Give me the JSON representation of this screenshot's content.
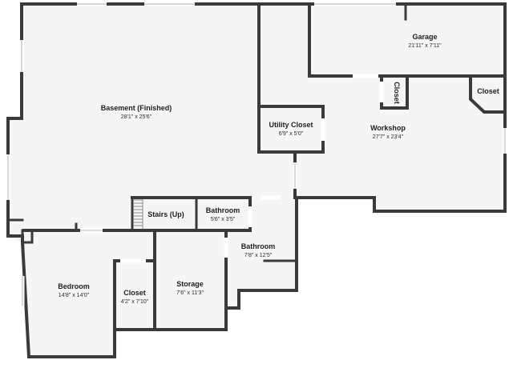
{
  "rooms": {
    "basement": {
      "name": "Basement (Finished)",
      "dims": "28'1\" x 25'6\""
    },
    "garage": {
      "name": "Garage",
      "dims": "21'11\" x 7'11\""
    },
    "garage_closet": {
      "name": "Closet"
    },
    "corner_closet": {
      "name": "Closet"
    },
    "utility_closet": {
      "name": "Utility Closet",
      "dims": "6'9\" x 5'0\""
    },
    "workshop": {
      "name": "Workshop",
      "dims": "27'7\" x 23'4\""
    },
    "stairs": {
      "name": "Stairs (Up)"
    },
    "bathroom_small": {
      "name": "Bathroom",
      "dims": "5'6\" x 3'5\""
    },
    "bathroom_large": {
      "name": "Bathroom",
      "dims": "7'8\" x 12'5\""
    },
    "bedroom": {
      "name": "Bedroom",
      "dims": "14'8\" x 14'0\""
    },
    "bedroom_closet": {
      "name": "Closet",
      "dims": "4'2\" x 7'10\""
    },
    "storage": {
      "name": "Storage",
      "dims": "7'6\" x 11'3\""
    }
  },
  "colors": {
    "floor": "#f5f5f5",
    "wall": "#3a3a3a",
    "text": "#1e1e1e"
  }
}
